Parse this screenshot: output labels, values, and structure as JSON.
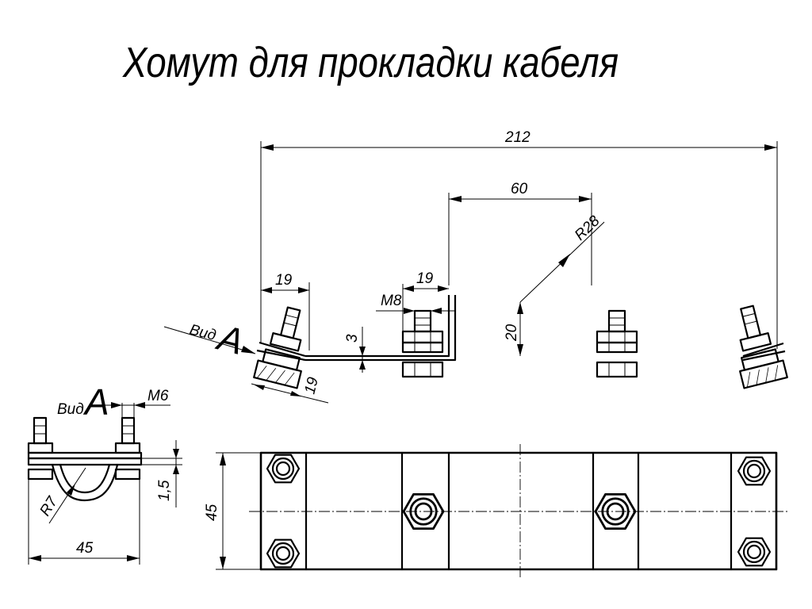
{
  "title": "Хомут для прокладки кабеля",
  "view_label": {
    "prefix": "Вид",
    "letter": "А"
  },
  "dimensions": {
    "total_length": "212",
    "arch_width": "60",
    "arch_radius": "R28",
    "arch_height": "20",
    "flange_left": "19",
    "flange_mid": "19",
    "slant_flange": "19",
    "thickness": "3",
    "bolt_main": "М8",
    "bolt_small": "М6",
    "small_radius": "R7",
    "sheet_thickness": "1,5",
    "side_width": "45",
    "plan_width": "45"
  },
  "icons": {
    "bolt": "hex-bolt-icon",
    "nut": "hex-nut-icon"
  }
}
